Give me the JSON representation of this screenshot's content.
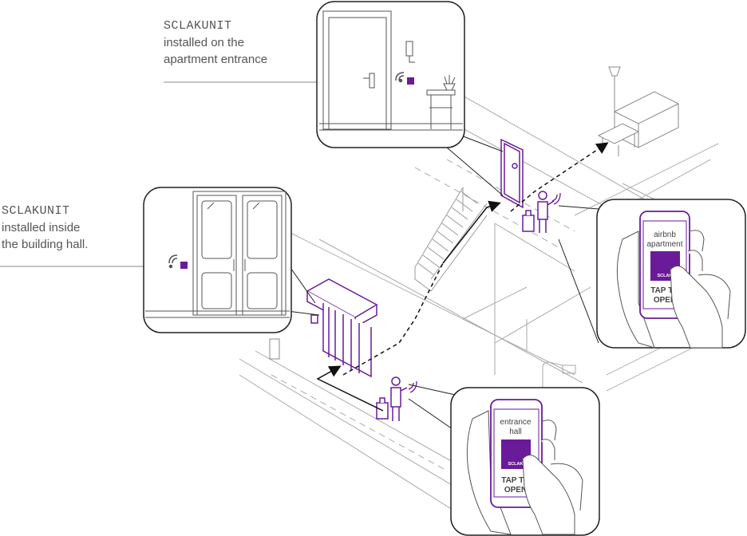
{
  "labels": {
    "apartment": {
      "title": "SCLAKUNIT",
      "line1": "installed on the",
      "line2": "apartment entrance"
    },
    "hall": {
      "title": "SCLAKUNIT",
      "line1": "installed inside",
      "line2": "the building hall."
    }
  },
  "phones": {
    "apartment": {
      "line1": "airbnb",
      "line2": "apartment",
      "brand": "SCLAK",
      "tap1": "TAP TO",
      "tap2": "OPEN"
    },
    "entrance": {
      "line1": "entrance",
      "line2": "hall",
      "brand": "SCLAK",
      "tap1": "TAP TO",
      "tap2": "OPEN"
    }
  },
  "colors": {
    "accent": "#6a1b9a",
    "line": "#888888",
    "stroke": "#555555"
  }
}
